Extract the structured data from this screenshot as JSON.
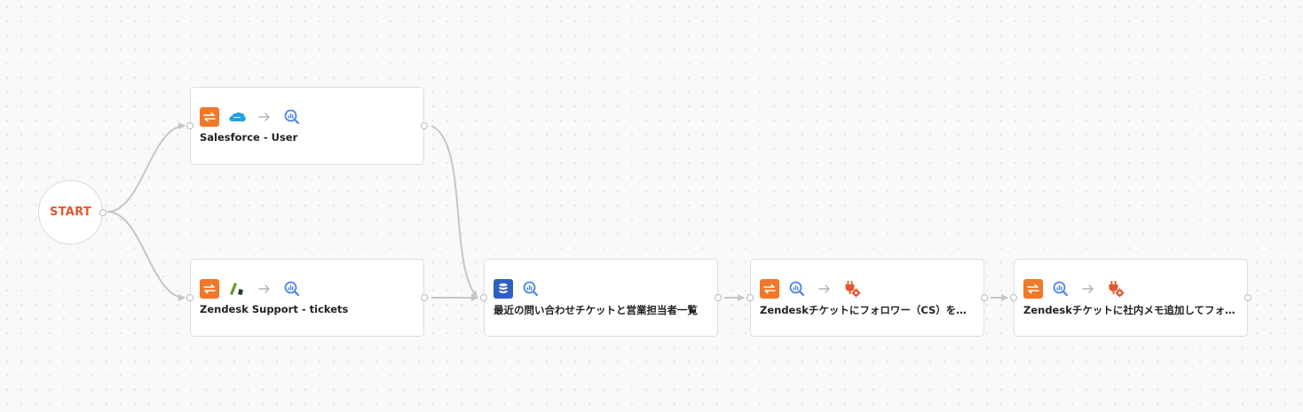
{
  "colors": {
    "edge": "#c6c6c6",
    "start_text": "#e4572e",
    "transfer_icon_bg": "#f0782a",
    "query_icon": "#4a85e4",
    "db_icon_bg": "#2f5fc4",
    "action_icon": "#e4572e",
    "salesforce_blue": "#21a0df",
    "zendesk_green": "#6a9a27",
    "zendesk_dark": "#1f3a2f"
  },
  "flow": {
    "start_label": "START",
    "nodes": [
      {
        "id": "salesforce-user",
        "title": "Salesforce - User",
        "icons": [
          "transfer-icon",
          "salesforce-icon",
          "arrow-right-icon",
          "query-icon"
        ]
      },
      {
        "id": "zendesk-tickets",
        "title": "Zendesk Support - tickets",
        "icons": [
          "transfer-icon",
          "zendesk-icon",
          "arrow-right-icon",
          "query-icon"
        ]
      },
      {
        "id": "recent-inquiries",
        "title": "最近の問い合わせチケットと営業担当者一覧",
        "icons": [
          "database-icon",
          "query-icon"
        ]
      },
      {
        "id": "add-follower",
        "title": "Zendeskチケットにフォロワー（CS）を追...",
        "icons": [
          "transfer-icon",
          "query-icon",
          "arrow-right-icon",
          "action-icon"
        ]
      },
      {
        "id": "add-internal-memo",
        "title": "Zendeskチケットに社内メモ追加してフォ...",
        "icons": [
          "transfer-icon",
          "query-icon",
          "arrow-right-icon",
          "action-icon"
        ]
      }
    ],
    "edges": [
      {
        "from": "start",
        "to": "salesforce-user"
      },
      {
        "from": "start",
        "to": "zendesk-tickets"
      },
      {
        "from": "salesforce-user",
        "to": "recent-inquiries"
      },
      {
        "from": "zendesk-tickets",
        "to": "recent-inquiries"
      },
      {
        "from": "recent-inquiries",
        "to": "add-follower"
      },
      {
        "from": "add-follower",
        "to": "add-internal-memo"
      }
    ]
  }
}
